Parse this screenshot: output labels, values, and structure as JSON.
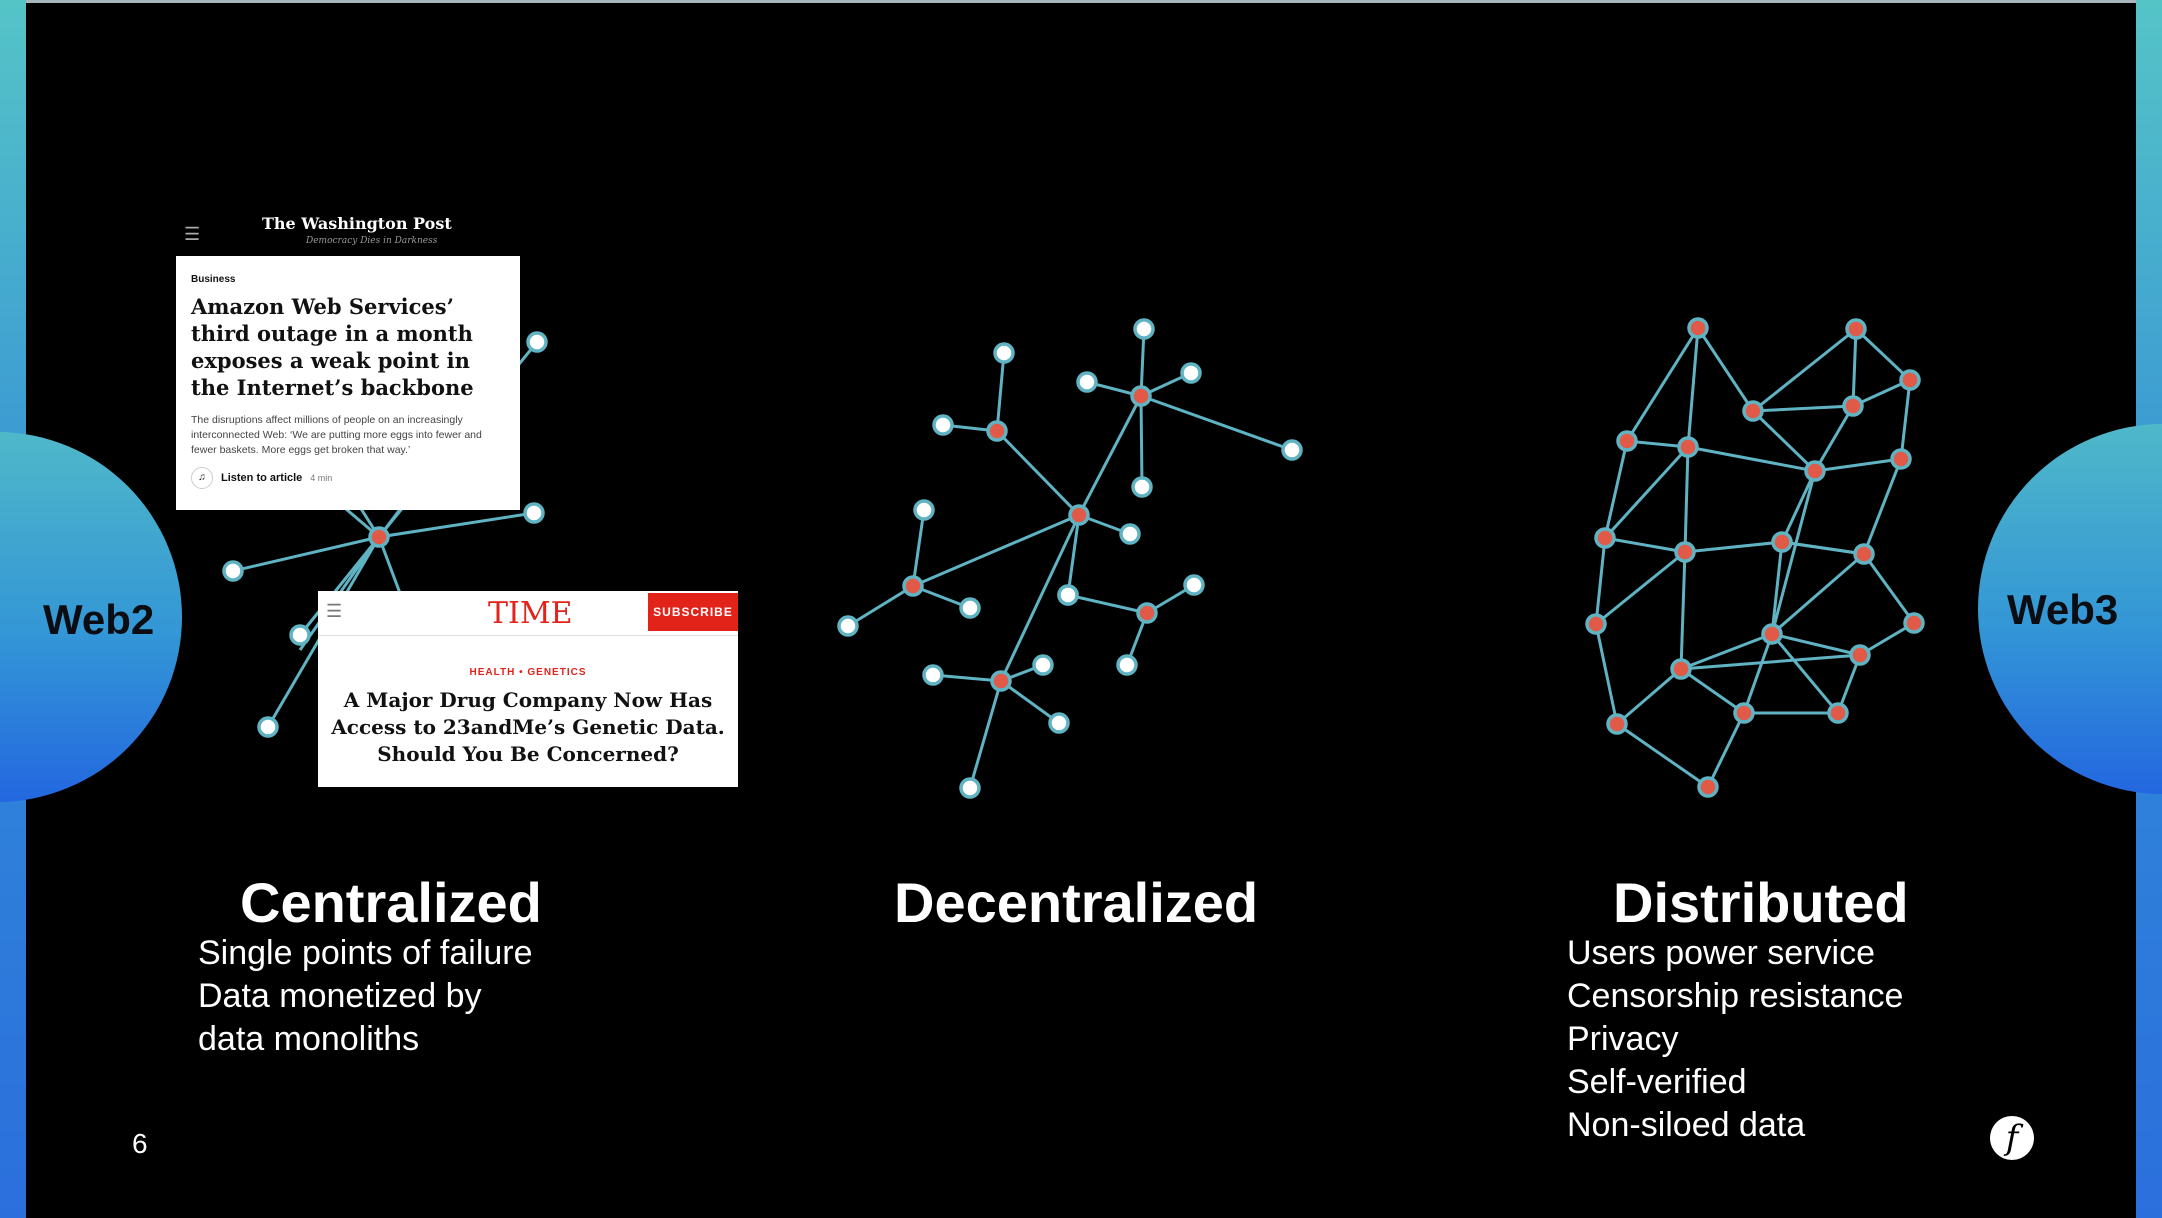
{
  "labels": {
    "web2": "Web2",
    "web3": "Web3"
  },
  "columns": [
    {
      "heading": "Centralized",
      "lines": [
        "Single points of failure",
        "Data monetized by",
        "data monoliths"
      ]
    },
    {
      "heading": "Decentralized",
      "lines": []
    },
    {
      "heading": "Distributed",
      "lines": [
        "Users power service",
        "Censorship resistance",
        "Privacy",
        "Self-verified",
        "Non-siloed data"
      ]
    }
  ],
  "wapo": {
    "masthead": "The Washington Post",
    "tagline": "Democracy Dies in Darkness",
    "section": "Business",
    "headline": "Amazon Web Services’ third outage in a month exposes a weak point in the Internet’s backbone",
    "body": "The disruptions affect millions of people on an increasingly interconnected Web: ‘We are putting more eggs into fewer and fewer baskets. More eggs get broken that way.’",
    "listen": "Listen to article",
    "duration": "4 min"
  },
  "time": {
    "logo": "TIME",
    "subscribe": "SUBSCRIBE",
    "category": "HEALTH • GENETICS",
    "headline": "A Major Drug Company Now Has Access to 23andMe’s Genetic Data. Should You Be Concerned?"
  },
  "page_number": "6",
  "logo_glyph": "f",
  "colors": {
    "background": "#000000",
    "edge_color": "#5fb3c3",
    "hub_fill": "#e05a47",
    "leaf_fill": "#ffffff",
    "accent_gradient": [
      "#4fb8c9",
      "#2367e0"
    ],
    "time_red": "#e2231a"
  }
}
